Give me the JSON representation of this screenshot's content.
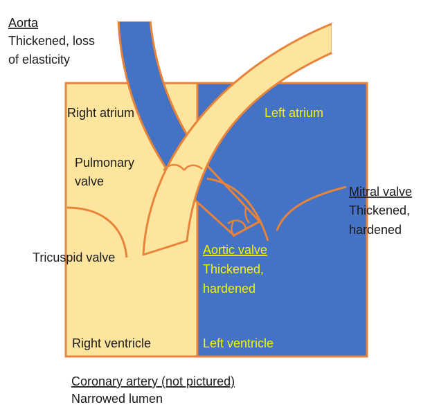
{
  "labels": {
    "aorta_title": "Aorta",
    "aorta_line1": "Thickened, loss",
    "aorta_line2": "of elasticity",
    "right_atrium": "Right atrium",
    "left_atrium": "Left atrium",
    "pulmonary_line1": "Pulmonary",
    "pulmonary_line2": "valve",
    "mitral_title": "Mitral valve",
    "mitral_line1": "Thickened,",
    "mitral_line2": "hardened",
    "tricuspid": "Tricuspid valve",
    "aortic_title": "Aortic valve",
    "aortic_line1": "Thickened,",
    "aortic_line2": "hardened",
    "right_ventricle": "Right ventricle",
    "left_ventricle": "Left ventricle",
    "coronary_title": "Coronary artery (not pictured)",
    "coronary_line1": "Narrowed lumen"
  },
  "colors": {
    "right_heart_fill": "#fde59d",
    "left_heart_fill": "#4472c4",
    "outline": "#e8833a",
    "text_dark": "#1a1a1a",
    "text_highlight": "#f4f400"
  }
}
